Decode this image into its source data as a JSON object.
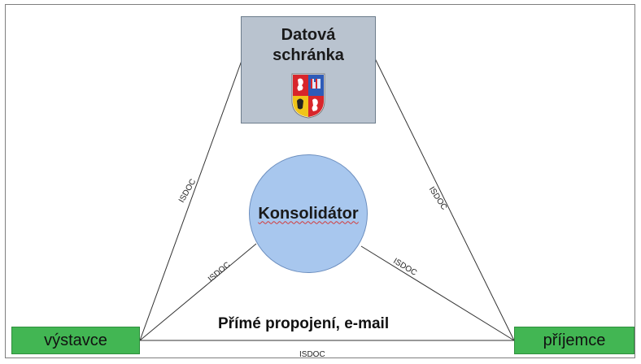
{
  "top_box": {
    "line1": "Datová",
    "line2": "schránka"
  },
  "center_node": {
    "label": "Konsolidátor"
  },
  "left_node": {
    "label": "výstavce"
  },
  "right_node": {
    "label": "příjemce"
  },
  "direct_connection": {
    "label": "Přímé propojení, e-mail"
  },
  "edge_labels": {
    "left_to_top": "ISDOC",
    "top_to_right": "ISDOC",
    "left_to_center": "ISDOC",
    "center_to_right": "ISDOC",
    "bottom": "ISDOC"
  },
  "emblem": {
    "name": "czech-coat-of-arms"
  },
  "colors": {
    "top_box_fill": "#b9c3cf",
    "circle_fill": "#a8c7ee",
    "node_fill": "#42b653"
  }
}
